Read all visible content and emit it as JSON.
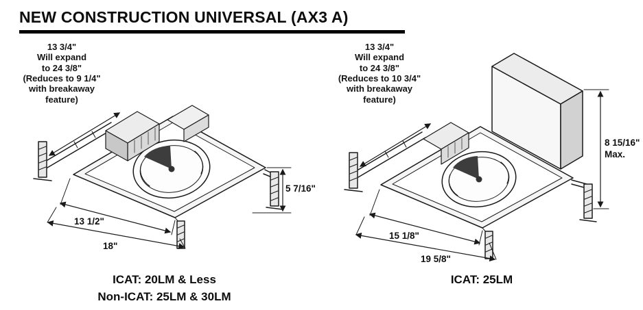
{
  "title": "NEW CONSTRUCTION UNIVERSAL (AX3 A)",
  "colors": {
    "line": "#1a1a1a",
    "rule": "#000000"
  },
  "figures": {
    "left": {
      "expand_note": "13 3/4\"\nWill expand\nto 24 3/8\"\n(Reduces to 9 1/4\"\nwith breakaway\nfeature)",
      "height_dim": "5 7/16\"",
      "inner_width_dim": "13 1/2\"",
      "outer_width_dim": "18\"",
      "caption_line1": "ICAT: 20LM & Less",
      "caption_line2": "Non-ICAT: 25LM & 30LM"
    },
    "right": {
      "expand_note": "13 3/4\"\nWill expand\nto 24 3/8\"\n(Reduces to 10 3/4\"\nwith breakaway\nfeature)",
      "height_dim": "8 15/16\"\nMax.",
      "inner_width_dim": "15 1/8\"",
      "outer_width_dim": "19 5/8\"",
      "caption_line1": "ICAT: 25LM"
    }
  }
}
